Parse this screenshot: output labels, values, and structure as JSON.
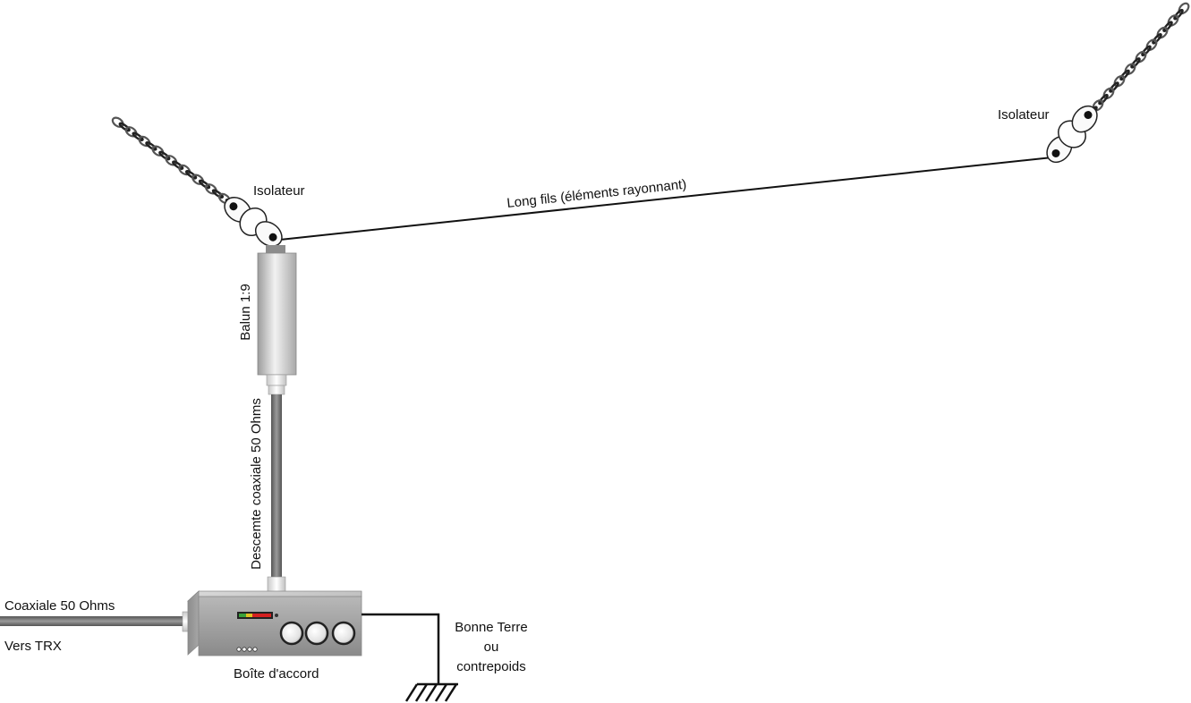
{
  "labels": {
    "isolator_left": "Isolateur",
    "isolator_right": "Isolateur",
    "long_wire": "Long fils (éléments rayonnant)",
    "balun": "Balun 1:9",
    "coax_down": "Descemte coaxiale 50 Ohms",
    "coax_trx_line1": "Coaxiale 50 Ohms",
    "coax_trx_line2": "Vers TRX",
    "tuner": "Boîte d'accord",
    "ground_line1": "Bonne Terre",
    "ground_line2": "ou",
    "ground_line3": "contrepoids"
  },
  "colors": {
    "wire": "#111111",
    "coax": "#6e6e6e",
    "box_metal": "#9a9a9a",
    "meter_green": "#3aa13a",
    "meter_yellow": "#e0c020",
    "meter_red": "#d42020"
  }
}
